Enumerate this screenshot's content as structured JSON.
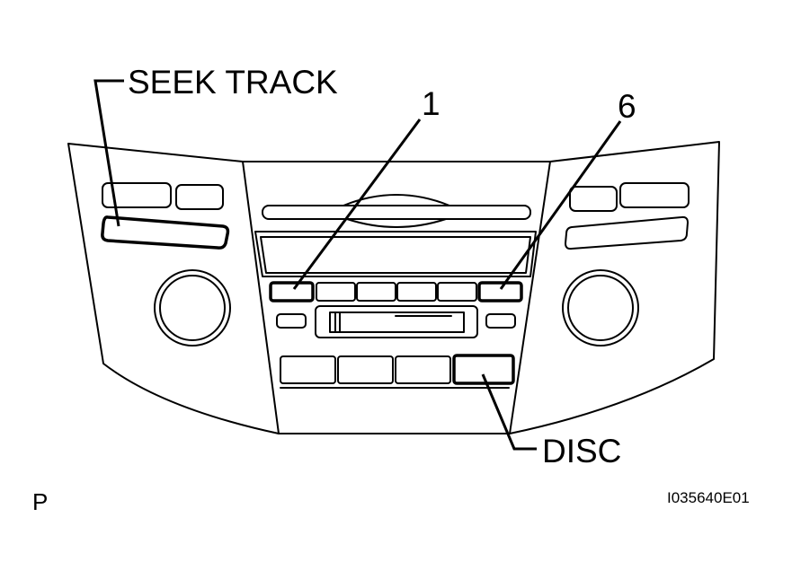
{
  "labels": {
    "seek_track": "SEEK TRACK",
    "preset_1": "1",
    "preset_6": "6",
    "disc": "DISC",
    "page_code": "P",
    "figure_id": "I035640E01"
  }
}
